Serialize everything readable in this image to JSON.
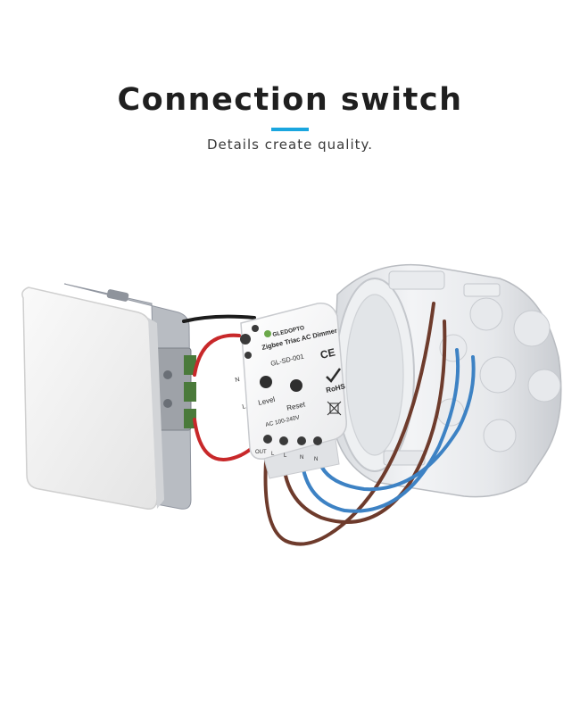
{
  "header": {
    "title": "Connection switch",
    "subtitle": "Details create quality.",
    "accent_color": "#1aa6df"
  },
  "module": {
    "brand": "GLEDOPTO",
    "product_name": "Zigbee Triac AC Dimmer",
    "model": "GL-SD-001",
    "ce_mark": "CE",
    "rohs_mark": "RoHS",
    "level_label": "Level",
    "reset_label": "Reset",
    "voltage": "AC 100-240V",
    "neutral_label": "N",
    "line_label": "L",
    "terminals": [
      "OUT",
      "L",
      "L",
      "N",
      "N"
    ]
  },
  "wire_colors": {
    "red": "#c8282a",
    "brown": "#6e3b2c",
    "blue": "#3d82c4",
    "black": "#1c1c1c"
  },
  "icons": [
    "wall-switch-icon",
    "junction-box-icon",
    "recycle-bin-icon",
    "check-icon"
  ]
}
